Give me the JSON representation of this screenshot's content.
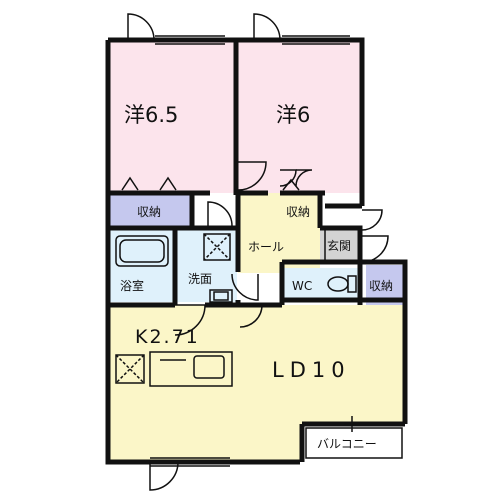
{
  "rooms": {
    "western_a": "洋6.5",
    "western_b": "洋6",
    "storage_a": "収納",
    "storage_b": "収納",
    "storage_c": "収納",
    "hall": "ホール",
    "entrance": "玄関",
    "bath": "浴室",
    "washroom": "洗面",
    "wc": "WC",
    "kitchen": "K2.71",
    "living": "LD10",
    "balcony": "バルコニー"
  },
  "colors": {
    "western": "#fce4ec",
    "storage": "#c5c8ee",
    "living": "#fbf6c8",
    "wet": "#dff1fb",
    "entrance": "#d3d3d3",
    "walls": "#111111"
  }
}
